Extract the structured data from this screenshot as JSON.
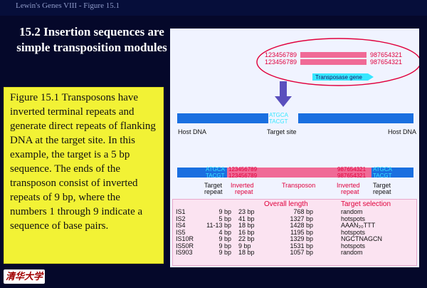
{
  "header": {
    "text": "Lewin's Genes VIII - Figure 15.1"
  },
  "title": "15.2 Insertion sequences are simple transposition modules",
  "caption": "Figure 15.1 Transposons have inverted terminal repeats and generate direct repeats of flanking DNA at the target site. In this example, the target is a 5 bp sequence. The ends of the transposon consist of inverted repeats of 9 bp, where the numbers 1 through 9 indicate a sequence of base pairs.",
  "logo": "清华大学",
  "diagram": {
    "transposon": {
      "left_top": "123456789",
      "left_bottom": "123456789",
      "right_top": "987654321",
      "right_bottom": "987654321",
      "gene": "Transposase gene"
    },
    "target": {
      "top": "ATGCA",
      "bottom": "TACGT",
      "host_left": "Host DNA",
      "site": "Target site",
      "host_right": "Host DNA"
    },
    "result": {
      "labels": [
        "Target",
        "repeat",
        "Inverted",
        "repeat",
        "Transposon",
        "Inverted",
        "repeat",
        "Target",
        "repeat"
      ]
    },
    "colors": {
      "blue": "#1a6fe0",
      "pink": "#f06a96",
      "cyan": "#37e7ff",
      "red": "#e0003c"
    }
  },
  "table": {
    "headers": [
      "Overall length",
      "Target selection"
    ],
    "ids": [
      "IS1",
      "IS2",
      "IS4",
      "IS5",
      "IS10R",
      "IS50R",
      "IS903"
    ],
    "target_repeats": [
      "9 bp",
      "5 bp",
      "11-13 bp",
      "4 bp",
      "9 bp",
      "9 bp",
      "9 bp"
    ],
    "inverted_repeats": [
      "23 bp",
      "41 bp",
      "18 bp",
      "16 bp",
      "22 bp",
      "9 bp",
      "18 bp"
    ],
    "lengths": [
      "768 bp",
      "1327 bp",
      "1428 bp",
      "1195 bp",
      "1329 bp",
      "1531 bp",
      "1057 bp"
    ],
    "selection": [
      "random",
      "hotspots",
      "AAAN₂₀TTT",
      "hotspots",
      "NGCTNAGCN",
      "hotspots",
      "random"
    ]
  }
}
